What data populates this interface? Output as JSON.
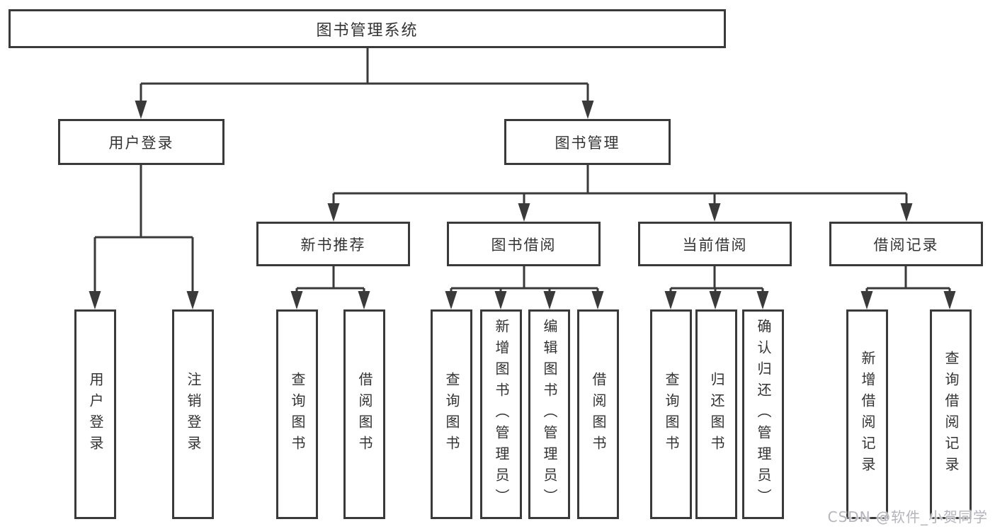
{
  "diagram": {
    "root": {
      "label": "图书管理系统"
    },
    "level2": [
      {
        "label": "用户登录"
      },
      {
        "label": "图书管理"
      }
    ],
    "level3": [
      {
        "label": "新书推荐"
      },
      {
        "label": "图书借阅"
      },
      {
        "label": "当前借阅"
      },
      {
        "label": "借阅记录"
      }
    ],
    "leaves": [
      {
        "label": "用户登录"
      },
      {
        "label": "注销登录"
      },
      {
        "label": "查询图书"
      },
      {
        "label": "借阅图书"
      },
      {
        "label": "查询图书"
      },
      {
        "label": "新增图书（管理员）"
      },
      {
        "label": "编辑图书（管理员）"
      },
      {
        "label": "借阅图书"
      },
      {
        "label": "查询图书"
      },
      {
        "label": "归还图书"
      },
      {
        "label": "确认归还（管理员）"
      },
      {
        "label": "新增借阅记录"
      },
      {
        "label": "查询借阅记录"
      }
    ]
  },
  "watermark": {
    "text": "CSDN @软件_小贺同学"
  },
  "colors": {
    "line": "#3a3a3a",
    "text": "#333333",
    "background": "#ffffff",
    "watermark": "#b4b4bb"
  }
}
